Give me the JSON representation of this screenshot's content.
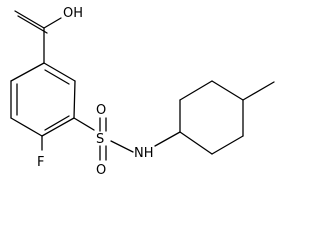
{
  "molecule": {
    "atom_labels": {
      "carboxyl": "OH",
      "sulfonyl_o_top": "O",
      "sulfonyl_s": "S",
      "sulfonyl_o_bottom": "O",
      "amine": "NH",
      "fluorine": "F"
    }
  }
}
